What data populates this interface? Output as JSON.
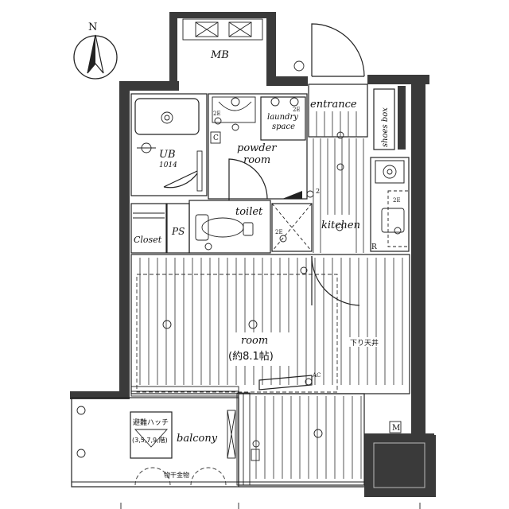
{
  "compass": {
    "north_label": "N"
  },
  "rooms": {
    "mb": "MB",
    "entrance": "entrance",
    "laundry_line1": "laundry",
    "laundry_line2": "space",
    "powder_line1": "powder",
    "powder_line2": "room",
    "ub": "UB",
    "ub_size": "1014",
    "shoes_box": "shoes box",
    "toilet": "toilet",
    "kitchen": "kitchen",
    "closet": "Closet",
    "ps": "PS",
    "room": "room",
    "room_size": "(約8.1帖)",
    "lowered_ceiling": "下り天井",
    "balcony": "balcony",
    "evac_hatch_line1": "避難ハッチ",
    "evac_hatch_line2": "(3,5,7,9,階)",
    "drying_hardware": "物干金物"
  },
  "fixtures": {
    "ac": "AC",
    "m": "M",
    "c": "C",
    "r": "R",
    "two_e_a": "2E",
    "two_e_b": "2E",
    "two_e_c": "2E",
    "two_e_d": "2E",
    "two": "2"
  }
}
